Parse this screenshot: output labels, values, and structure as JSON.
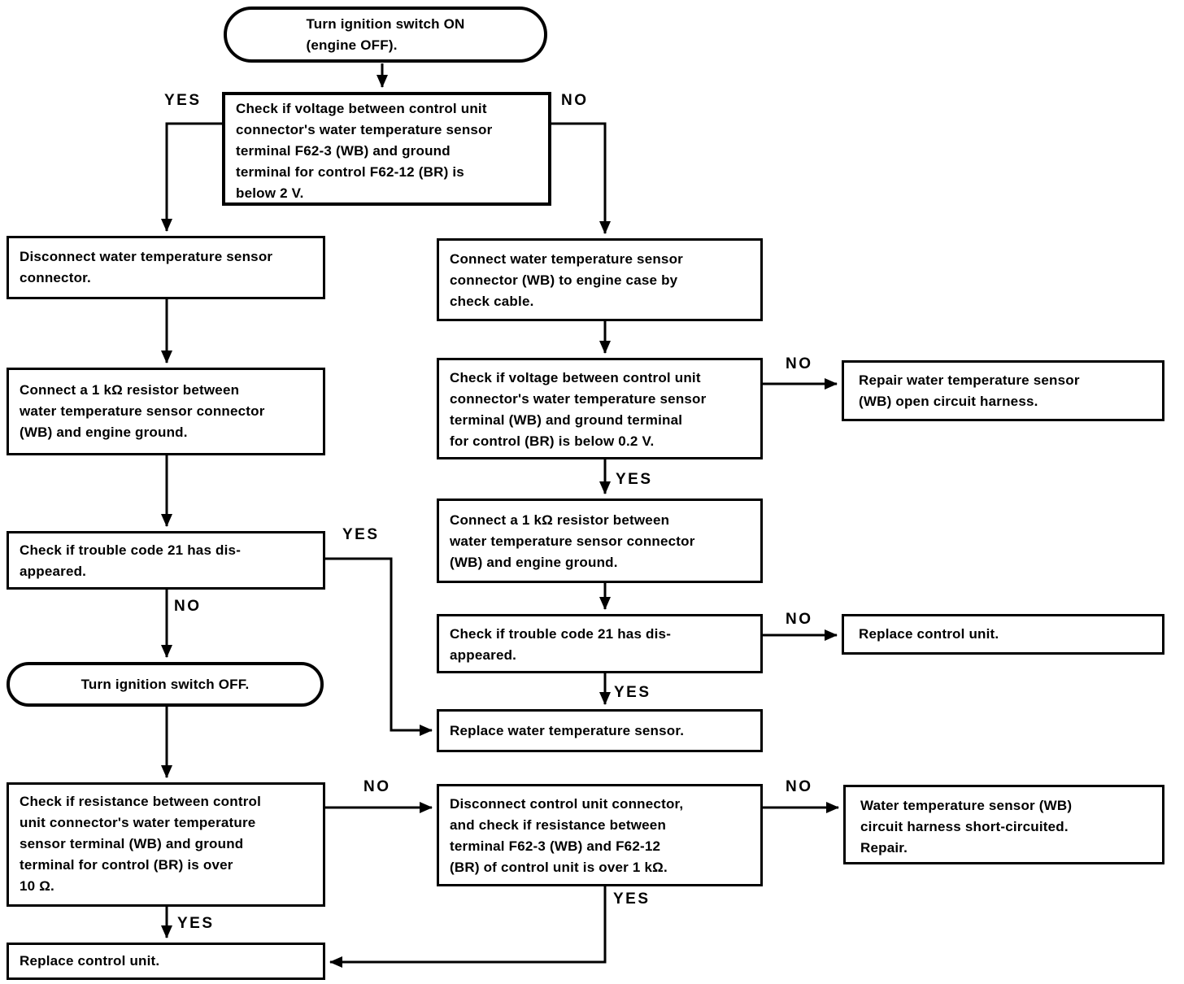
{
  "diagram": {
    "labels": {
      "yes": "YES",
      "no": "NO"
    },
    "colors": {
      "ink": "#000000",
      "paper": "#ffffff"
    },
    "nodes": {
      "start": {
        "type": "terminator",
        "text": "Turn ignition switch ON\n(engine OFF)."
      },
      "check_voltage_2v": {
        "type": "process",
        "text": "Check if voltage between control unit\nconnector's water temperature sensor\nterminal F62-3 (WB) and ground\nterminal for control F62-12 (BR) is\nbelow 2 V."
      },
      "disconnect_sensor": {
        "type": "process",
        "text": "Disconnect water temperature sensor\nconnector."
      },
      "connect_resistor_left": {
        "type": "process",
        "text": "Connect a 1 kΩ resistor between\nwater temperature sensor connector\n(WB) and engine ground."
      },
      "check_code21_left": {
        "type": "process",
        "text": "Check if trouble code 21 has dis-\nappeared."
      },
      "ignition_off": {
        "type": "terminator",
        "text": "Turn ignition switch OFF."
      },
      "check_resistance_left": {
        "type": "process",
        "text": "Check if resistance between control\nunit connector's water temperature\nsensor terminal (WB) and ground\nterminal for control (BR) is over\n10 Ω."
      },
      "replace_cu_bottom": {
        "type": "process",
        "text": "Replace control unit."
      },
      "connect_check_cable": {
        "type": "process",
        "text": "Connect water temperature sensor\nconnector (WB) to engine case by\ncheck cable."
      },
      "check_voltage_02v": {
        "type": "process",
        "text": "Check if voltage between control unit\nconnector's water temperature sensor\nterminal (WB) and ground terminal\nfor control (BR) is below 0.2 V."
      },
      "repair_open_circuit": {
        "type": "process",
        "text": "Repair water temperature sensor\n(WB) open circuit harness."
      },
      "connect_resistor_right": {
        "type": "process",
        "text": "Connect a 1 kΩ resistor between\nwater temperature sensor connector\n(WB) and engine ground."
      },
      "check_code21_right": {
        "type": "process",
        "text": "Check if trouble code 21 has dis-\nappeared."
      },
      "replace_cu_right": {
        "type": "process",
        "text": "Replace control unit."
      },
      "replace_sensor": {
        "type": "process",
        "text": "Replace water temperature sensor."
      },
      "disconnect_cu": {
        "type": "process",
        "text": "Disconnect control unit connector,\nand check if resistance between\nterminal F62-3 (WB) and F62-12\n(BR) of control unit is over 1 kΩ."
      },
      "short_circuit": {
        "type": "process",
        "text": "Water temperature sensor (WB)\ncircuit harness short-circuited.\nRepair."
      }
    }
  }
}
